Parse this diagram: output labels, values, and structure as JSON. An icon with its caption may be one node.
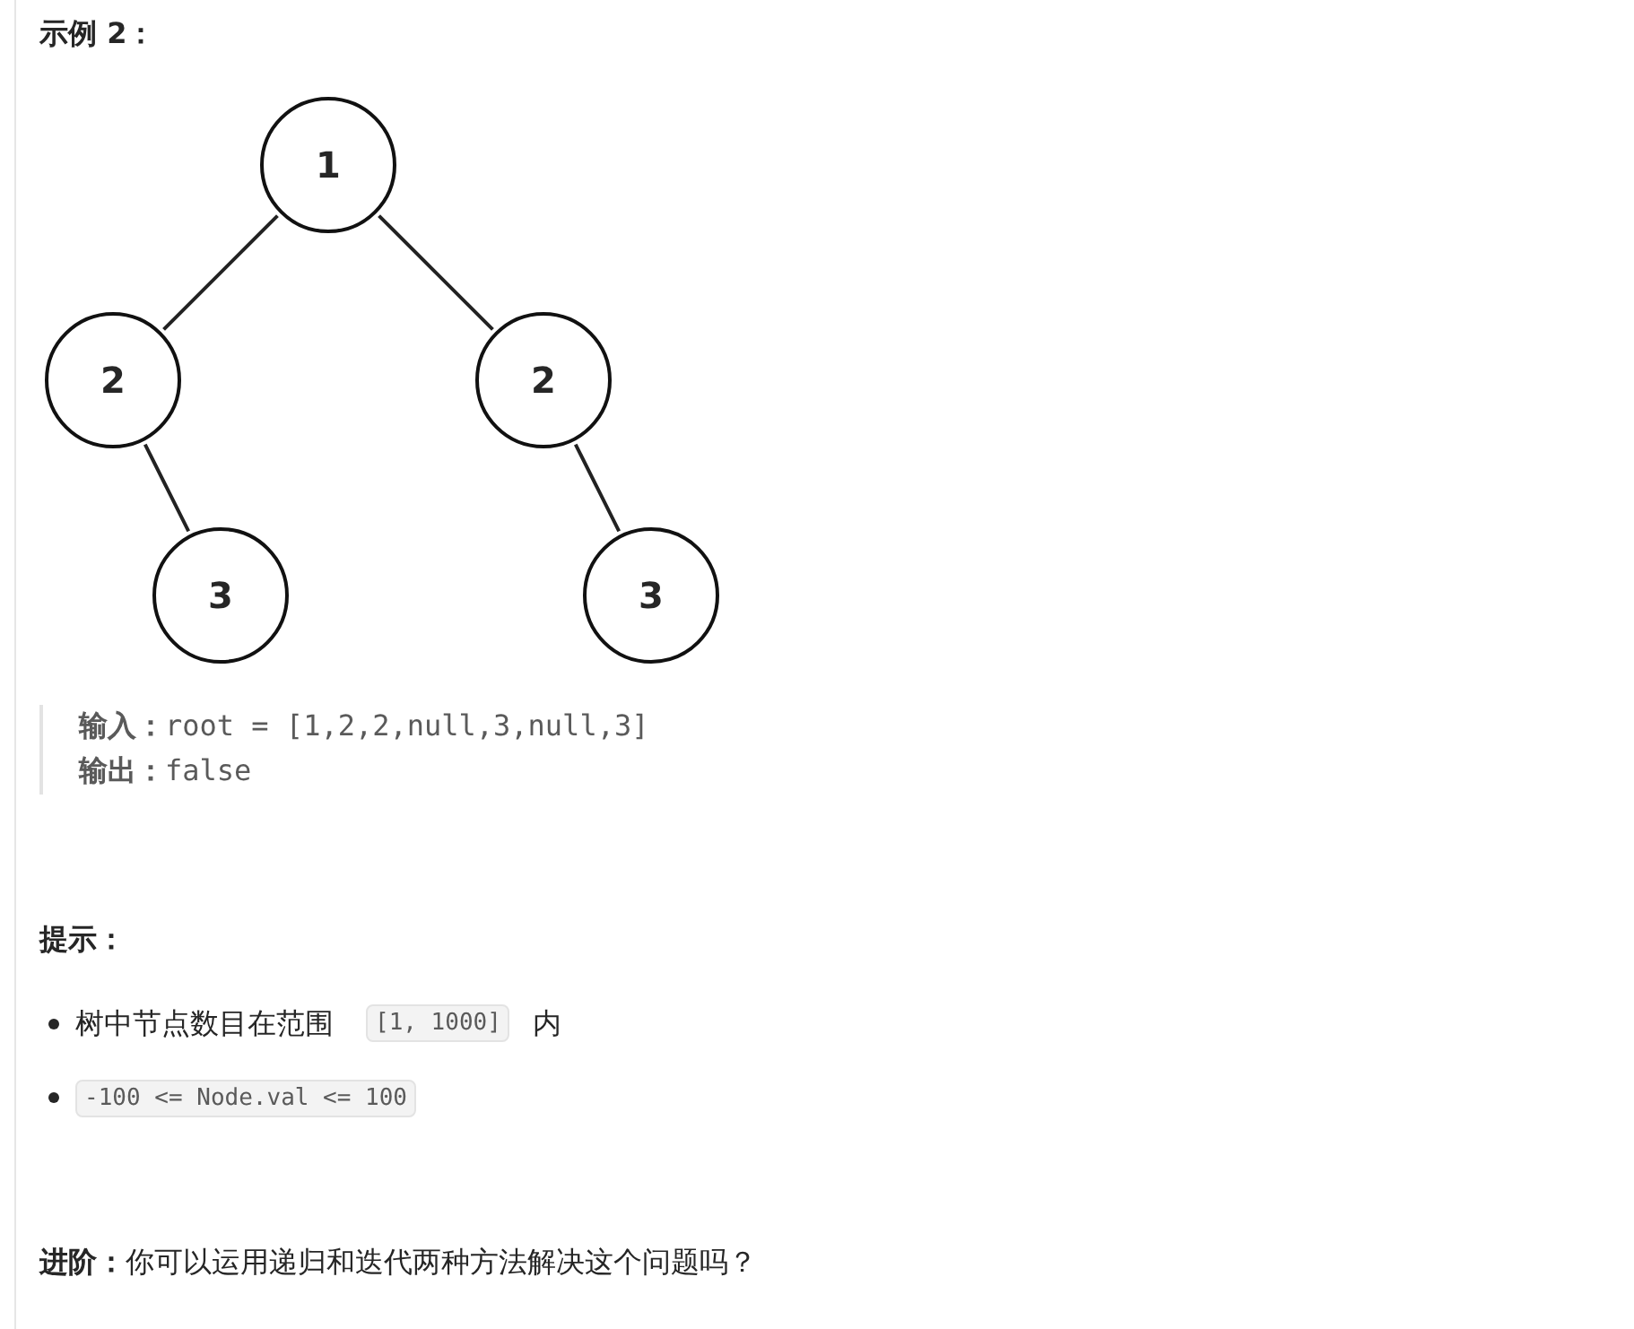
{
  "diagram": {
    "title": "示例 2：",
    "nodes": [
      {
        "text": [
          "1"
        ]
      },
      {
        "text": [
          "2"
        ]
      },
      {
        "text": [
          "2"
        ]
      },
      {
        "text": [
          "3"
        ]
      },
      {
        "text": [
          "3"
        ]
      }
    ],
    "edges": [
      {
        "from": 0,
        "to": 1,
        "arrow": "none"
      },
      {
        "from": 0,
        "to": 2,
        "arrow": "none"
      },
      {
        "from": 1,
        "to": 3,
        "arrow": "none"
      },
      {
        "from": 2,
        "to": 4,
        "arrow": "none"
      }
    ],
    "labels": [
      "**输入：**root = [1,2,2,null,3,null,3]",
      "**输出：**false",
      "提示：",
      "树中节点数目在范围",
      "[1, 1000]",
      "内",
      "-100 <= Node.val <= 100",
      "**进阶：**你可以运用递归和迭代两种方法解决这个问题吗？"
    ]
  }
}
